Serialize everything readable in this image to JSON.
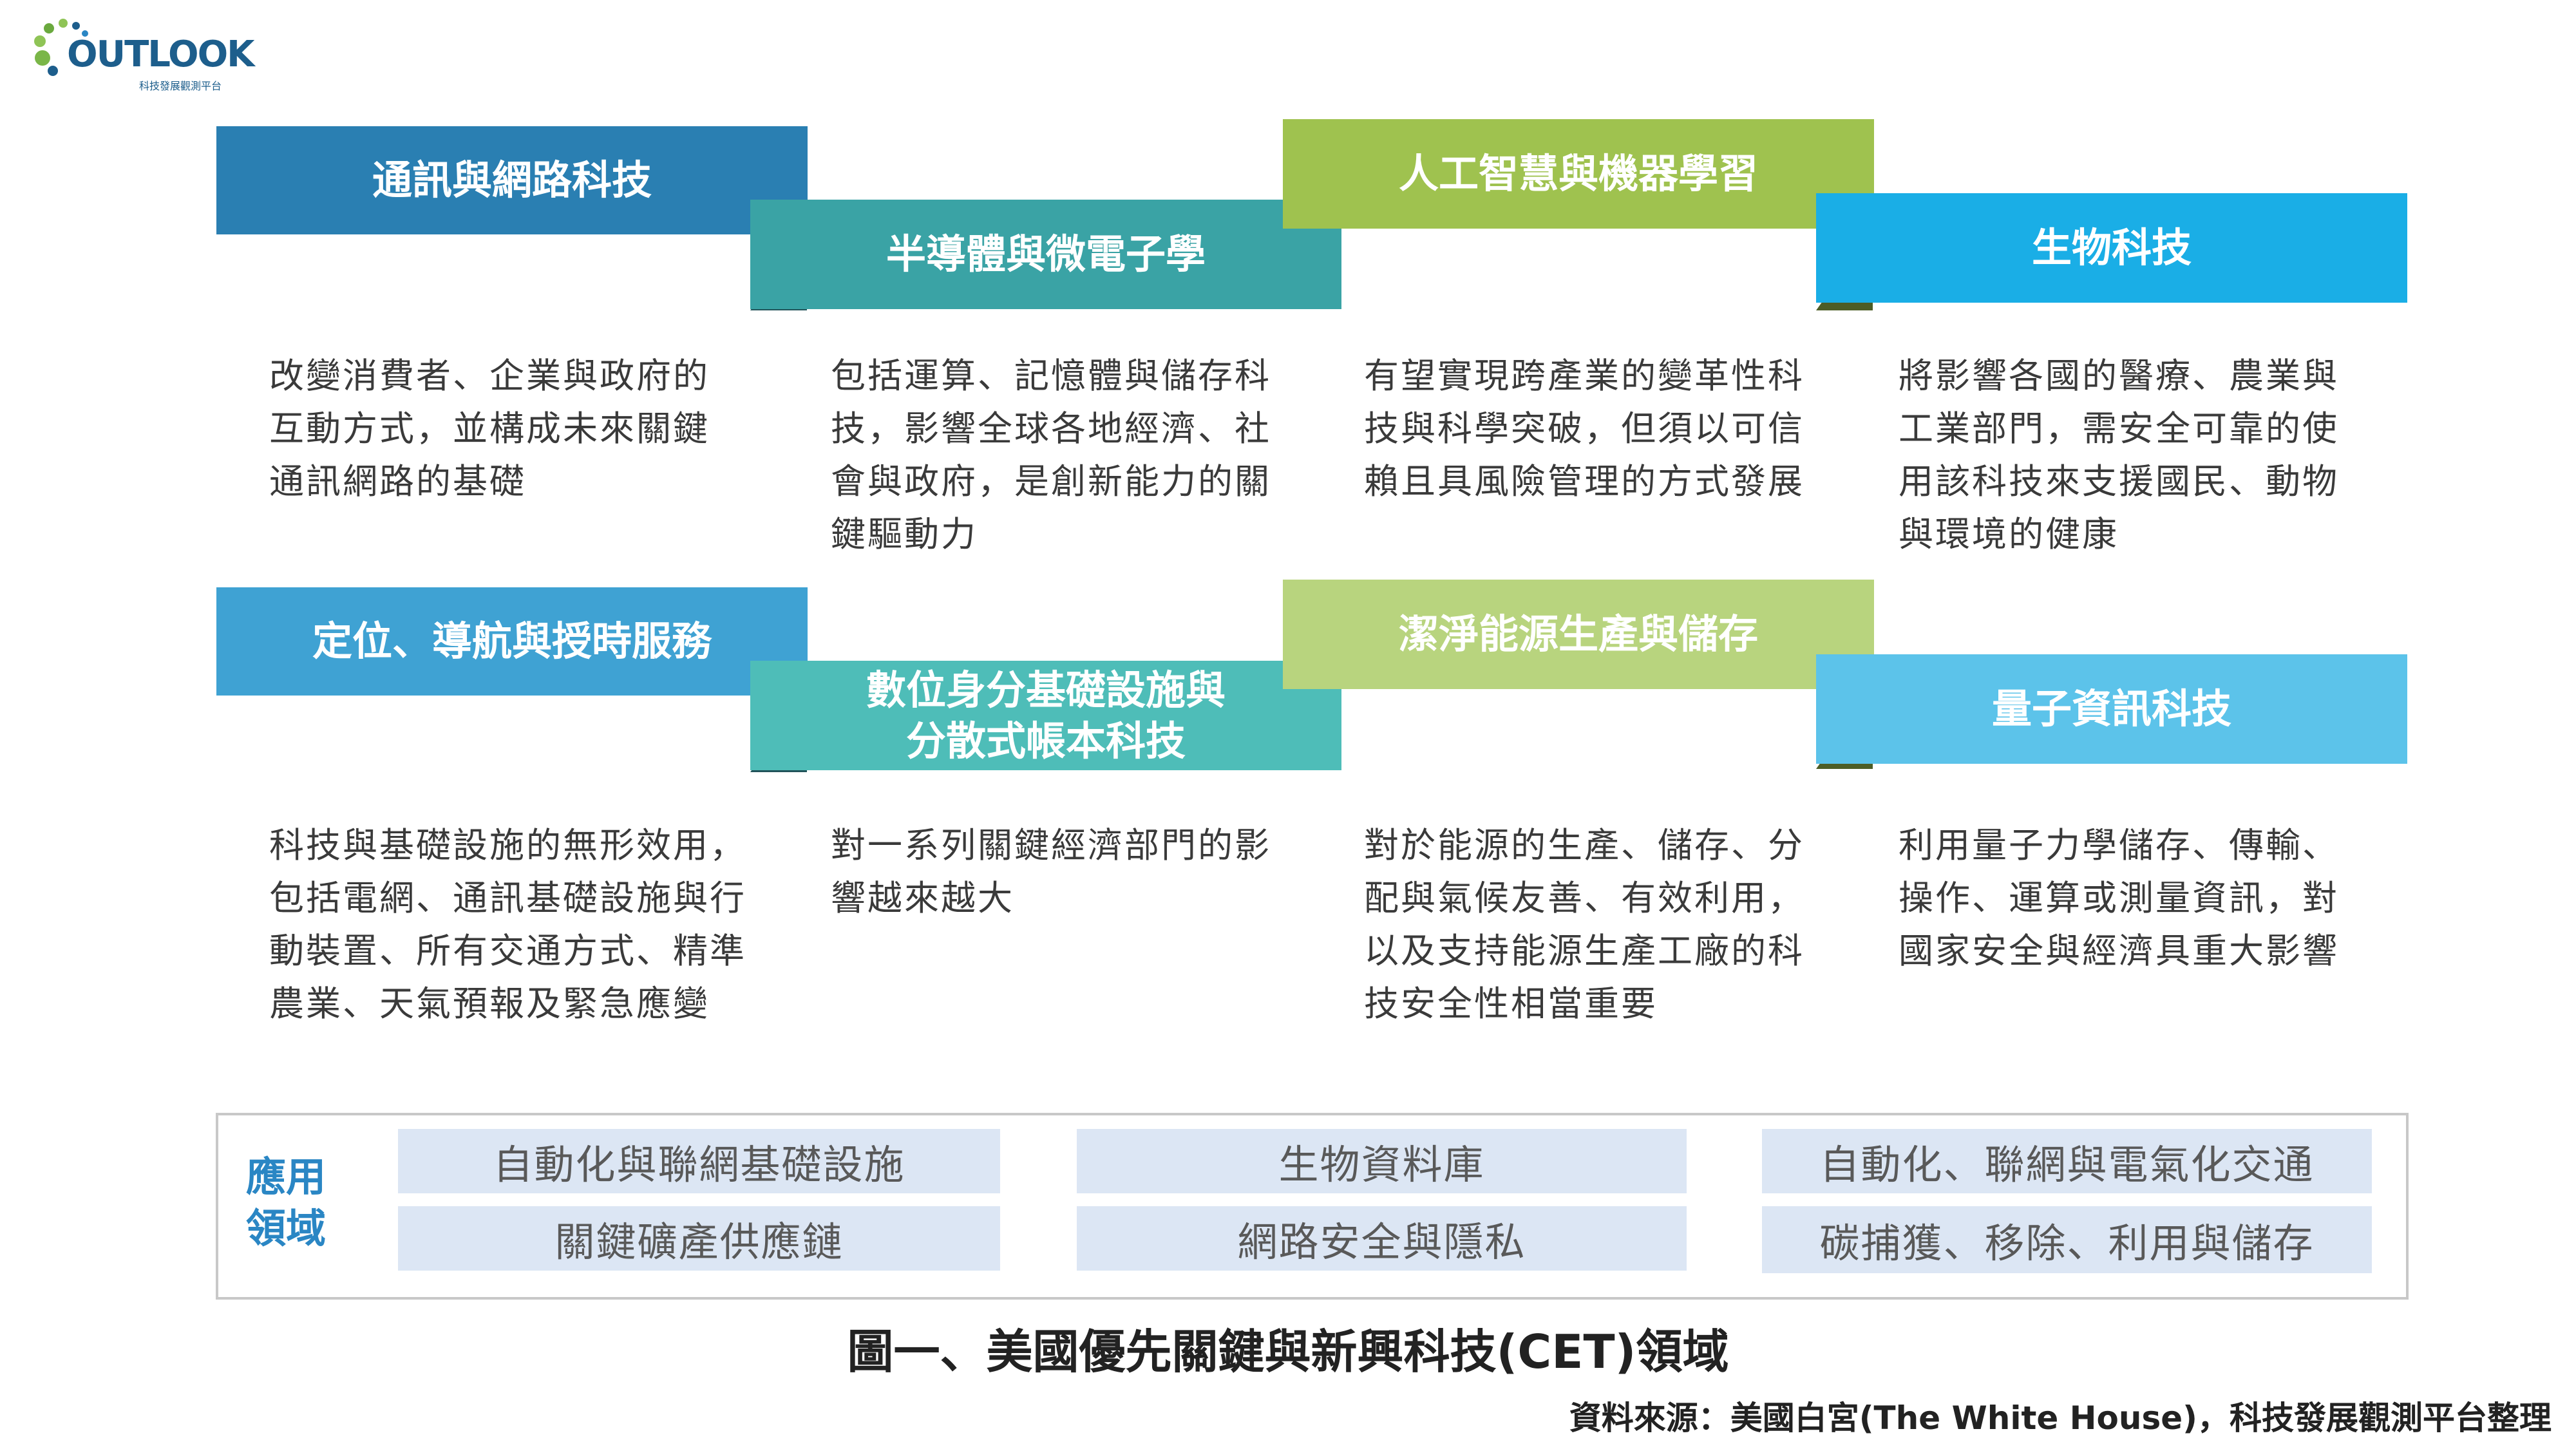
{
  "logo": {
    "name": "OUTLOOK",
    "subtitle": "科技發展觀測平台"
  },
  "technologies": [
    {
      "title": "通訊與網路科技",
      "color": "#2a7fb2",
      "fold_color": "#1f5f85",
      "description": "改變消費者、企業與政府的互動方式，並構成未來關鍵通訊網路的基礎"
    },
    {
      "title": "半導體與微電子學",
      "color": "#3aa3a5",
      "fold_color": "#21545a",
      "description": "包括運算、記憶體與儲存科技，影響全球各地經濟、社會與政府，是創新能力的關鍵驅動力"
    },
    {
      "title": "人工智慧與機器學習",
      "color": "#9fc24f",
      "fold_color": "#2f6a6a",
      "description": "有望實現跨產業的變革性科技與科學突破，但須以可信賴且具風險管理的方式發展"
    },
    {
      "title": "生物科技",
      "color": "#1aaee6",
      "fold_color": "#4d5d26",
      "description": "將影響各國的醫療、農業與工業部門，需安全可靠的使用該科技來支援國民、動物與環境的健康"
    },
    {
      "title": "定位、導航與授時服務",
      "color": "#3fa2d3",
      "fold_color": "#1f5f85",
      "description": "科技與基礎設施的無形效用，包括電網、通訊基礎設施與行動裝置、所有交通方式、精準農業、天氣預報及緊急應變"
    },
    {
      "title": "數位身分基礎設施與分散式帳本科技",
      "color": "#4ebdb8",
      "fold_color": "#21545a",
      "description": "對一系列關鍵經濟部門的影響越來越大"
    },
    {
      "title": "潔淨能源生產與儲存",
      "color": "#b8d47e",
      "fold_color": "#2f6a6a",
      "description": "對於能源的生產、儲存、分配與氣候友善、有效利用，以及支持能源生產工廠的科技安全性相當重要"
    },
    {
      "title": "量子資訊科技",
      "color": "#5cc3ea",
      "fold_color": "#4d5d26",
      "description": "利用量子力學儲存、傳輸、操作、運算或測量資訊，對國家安全與經濟具重大影響"
    }
  ],
  "applications": {
    "label": "應用領域",
    "items": [
      "自動化與聯網基礎設施",
      "生物資料庫",
      "自動化、聯網與電氣化交通",
      "關鍵礦產供應鏈",
      "網路安全與隱私",
      "碳捕獲、移除、利用與儲存"
    ]
  },
  "caption": "圖一、美國優先關鍵與新興科技(CET)領域",
  "source": "資料來源：美國白宮(The White House)，科技發展觀測平台整理"
}
